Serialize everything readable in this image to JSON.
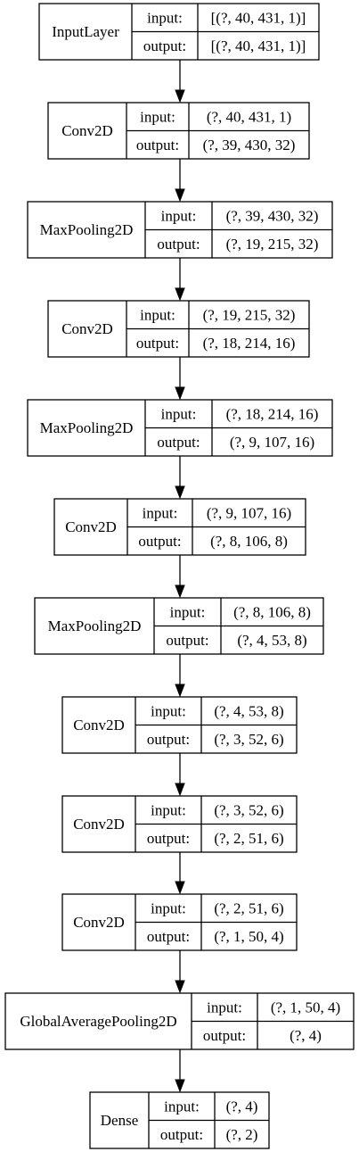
{
  "labels": {
    "input": "input:",
    "output": "output:"
  },
  "layers": [
    {
      "name": "InputLayer",
      "input": "[(?, 40, 431, 1)]",
      "output": "[(?, 40, 431, 1)]"
    },
    {
      "name": "Conv2D",
      "input": "(?, 40, 431, 1)",
      "output": "(?, 39, 430, 32)"
    },
    {
      "name": "MaxPooling2D",
      "input": "(?, 39, 430, 32)",
      "output": "(?, 19, 215, 32)"
    },
    {
      "name": "Conv2D",
      "input": "(?, 19, 215, 32)",
      "output": "(?, 18, 214, 16)"
    },
    {
      "name": "MaxPooling2D",
      "input": "(?, 18, 214, 16)",
      "output": "(?, 9, 107, 16)"
    },
    {
      "name": "Conv2D",
      "input": "(?, 9, 107, 16)",
      "output": "(?, 8, 106, 8)"
    },
    {
      "name": "MaxPooling2D",
      "input": "(?, 8, 106, 8)",
      "output": "(?, 4, 53, 8)"
    },
    {
      "name": "Conv2D",
      "input": "(?, 4, 53, 8)",
      "output": "(?, 3, 52, 6)"
    },
    {
      "name": "Conv2D",
      "input": "(?, 3, 52, 6)",
      "output": "(?, 2, 51, 6)"
    },
    {
      "name": "Conv2D",
      "input": "(?, 2, 51, 6)",
      "output": "(?, 1, 50, 4)"
    },
    {
      "name": "GlobalAveragePooling2D",
      "input": "(?, 1, 50, 4)",
      "output": "(?, 4)"
    },
    {
      "name": "Dense",
      "input": "(?, 4)",
      "output": "(?, 2)"
    }
  ]
}
